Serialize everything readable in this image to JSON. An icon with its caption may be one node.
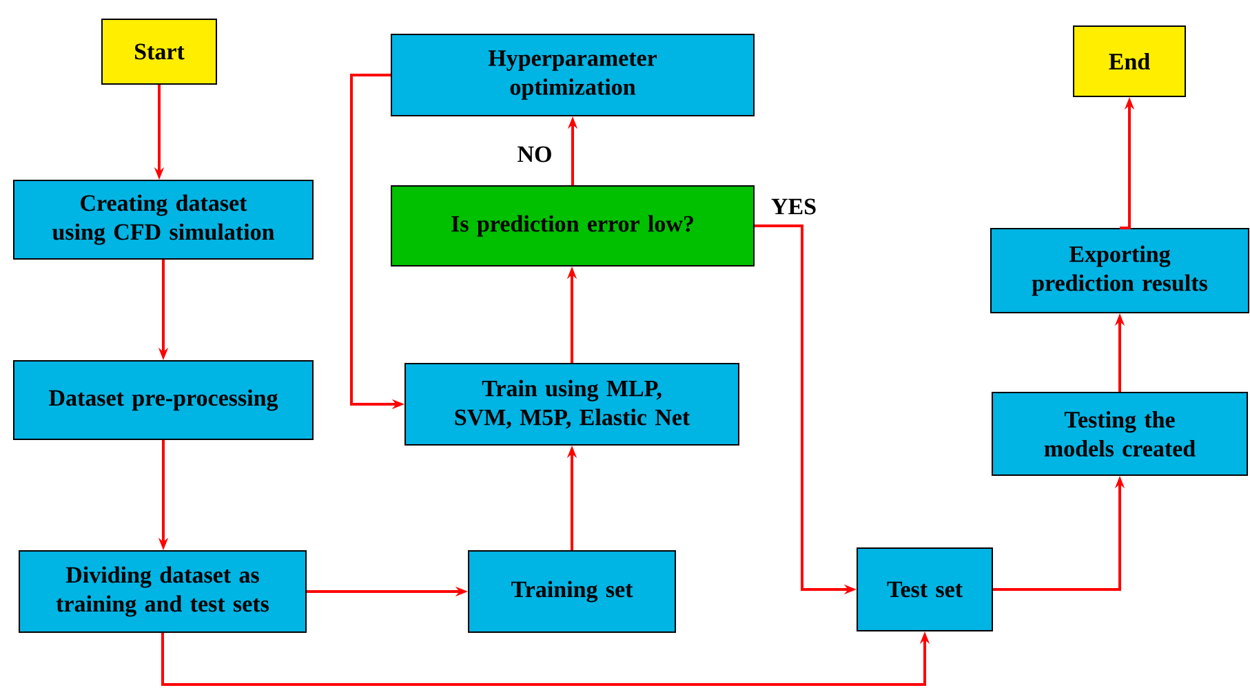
{
  "diagram": {
    "nodes": [
      {
        "text": [
          "Start"
        ]
      },
      {
        "text": [
          "Creating dataset using CFD simulation"
        ]
      },
      {
        "text": [
          "Dataset pre-processing"
        ]
      },
      {
        "text": [
          "Dividing dataset as training and test sets"
        ]
      },
      {
        "text": [
          "Training set"
        ]
      },
      {
        "text": [
          "Train using MLP, SVM, M5P, Elastic Net"
        ]
      },
      {
        "text": [
          "Is prediction error low?"
        ]
      },
      {
        "text": [
          "Hyperparameter optimization"
        ]
      },
      {
        "text": [
          "Test set"
        ]
      },
      {
        "text": [
          "Testing the models created"
        ]
      },
      {
        "text": [
          "Exporting prediction results"
        ]
      },
      {
        "text": [
          "End"
        ]
      }
    ],
    "edges": [
      {
        "from": 0,
        "to": 1,
        "arrow": "to"
      },
      {
        "from": 1,
        "to": 2,
        "arrow": "to"
      },
      {
        "from": 2,
        "to": 3,
        "arrow": "to"
      },
      {
        "from": 3,
        "to": 4,
        "arrow": "to"
      },
      {
        "from": 4,
        "to": 5,
        "arrow": "to"
      },
      {
        "from": 5,
        "to": 6,
        "arrow": "to"
      },
      {
        "from": 6,
        "to": 7,
        "arrow": "to",
        "label": "NO"
      },
      {
        "from": 7,
        "to": 5,
        "arrow": "to"
      },
      {
        "from": 6,
        "to": 8,
        "arrow": "to",
        "label": "YES"
      },
      {
        "from": 3,
        "to": 8,
        "arrow": "to"
      },
      {
        "from": 8,
        "to": 9,
        "arrow": "to"
      },
      {
        "from": 9,
        "to": 10,
        "arrow": "to"
      },
      {
        "from": 10,
        "to": 11,
        "arrow": "to"
      }
    ]
  }
}
